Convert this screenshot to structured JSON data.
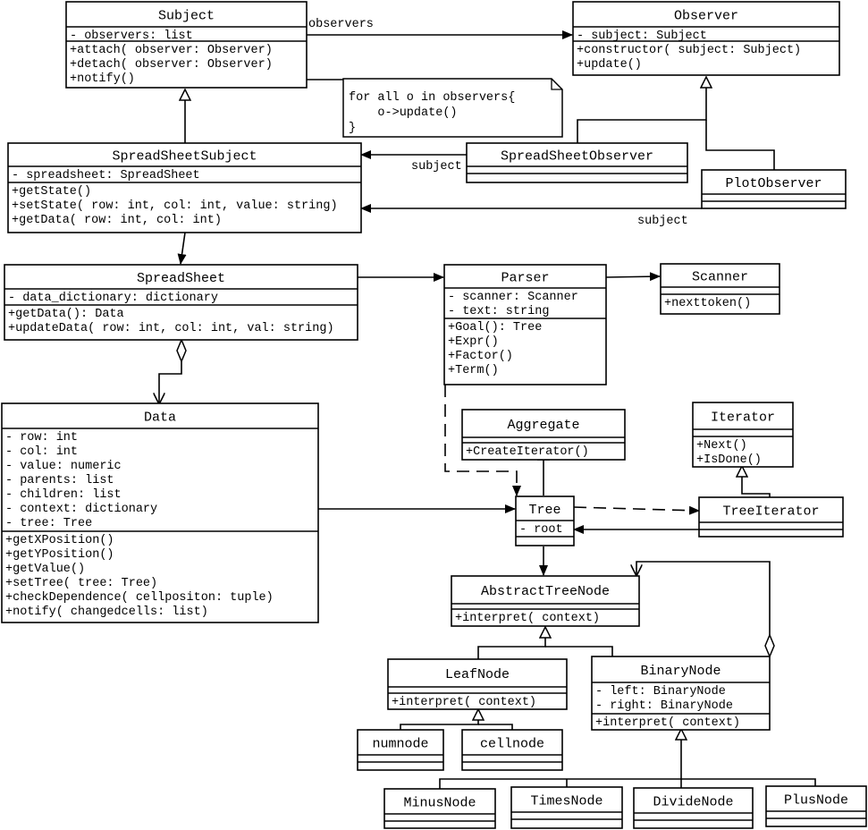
{
  "classes": [
    {
      "id": "Subject",
      "name": "Subject",
      "attributes": [
        "- observers:  list"
      ],
      "operations": [
        "+attach( observer: Observer)",
        "+detach( observer: Observer)",
        "+notify()"
      ]
    },
    {
      "id": "Observer",
      "name": "Observer",
      "attributes": [
        "- subject:  Subject"
      ],
      "operations": [
        "+constructor( subject: Subject)",
        "+update()"
      ]
    },
    {
      "id": "SpreadSheetSubject",
      "name": "SpreadSheetSubject",
      "attributes": [
        "- spreadsheet:  SpreadSheet"
      ],
      "operations": [
        "+getState()",
        "+setState( row: int, col: int, value: string)",
        "+getData( row: int, col: int)"
      ]
    },
    {
      "id": "SpreadSheetObserver",
      "name": "SpreadSheetObserver",
      "attributes": [],
      "operations": []
    },
    {
      "id": "PlotObserver",
      "name": "PlotObserver",
      "attributes": [],
      "operations": []
    },
    {
      "id": "SpreadSheet",
      "name": "SpreadSheet",
      "attributes": [
        "- data_dictionary:  dictionary"
      ],
      "operations": [
        "+getData():  Data",
        "+updateData( row: int, col: int, val: string)"
      ]
    },
    {
      "id": "Parser",
      "name": "Parser",
      "attributes": [
        "- scanner:  Scanner",
        "- text:  string"
      ],
      "operations": [
        "+Goal():  Tree",
        "+Expr()",
        "+Factor()",
        "+Term()"
      ]
    },
    {
      "id": "Scanner",
      "name": "Scanner",
      "attributes": [],
      "operations": [
        "+nexttoken()"
      ]
    },
    {
      "id": "Data",
      "name": "Data",
      "attributes": [
        "- row:  int",
        "- col:  int",
        "- value:  numeric",
        "- parents:  list",
        "- children:  list",
        "- context:  dictionary",
        "- tree:  Tree"
      ],
      "operations": [
        "+getXPosition()",
        "+getYPosition()",
        "+getValue()",
        "+setTree( tree: Tree)",
        "+checkDependence( cellpositon: tuple)",
        "+notify( changedcells: list)"
      ]
    },
    {
      "id": "Aggregate",
      "name": "Aggregate",
      "attributes": [],
      "operations": [
        "+CreateIterator()"
      ]
    },
    {
      "id": "Iterator",
      "name": "Iterator",
      "attributes": [],
      "operations": [
        "+Next()",
        "+IsDone()"
      ]
    },
    {
      "id": "Tree",
      "name": "Tree",
      "attributes": [
        "- root"
      ],
      "operations": []
    },
    {
      "id": "TreeIterator",
      "name": "TreeIterator",
      "attributes": [],
      "operations": []
    },
    {
      "id": "AbstractTreeNode",
      "name": "AbstractTreeNode",
      "attributes": [],
      "operations": [
        "+interpret( context)"
      ]
    },
    {
      "id": "LeafNode",
      "name": "LeafNode",
      "attributes": [],
      "operations": [
        "+interpret( context)"
      ]
    },
    {
      "id": "BinaryNode",
      "name": "BinaryNode",
      "attributes": [
        "- left:  BinaryNode",
        "- right:  BinaryNode"
      ],
      "operations": [
        "+interpret( context)"
      ]
    },
    {
      "id": "numnode",
      "name": "numnode",
      "attributes": [],
      "operations": []
    },
    {
      "id": "cellnode",
      "name": "cellnode",
      "attributes": [],
      "operations": []
    },
    {
      "id": "MinusNode",
      "name": "MinusNode",
      "attributes": [],
      "operations": []
    },
    {
      "id": "TimesNode",
      "name": "TimesNode",
      "attributes": [],
      "operations": []
    },
    {
      "id": "DivideNode",
      "name": "DivideNode",
      "attributes": [],
      "operations": []
    },
    {
      "id": "PlusNode",
      "name": "PlusNode",
      "attributes": [],
      "operations": []
    }
  ],
  "note": {
    "lines": [
      "for all o in observers{",
      "    o->update()",
      "}"
    ]
  },
  "edge_labels": [
    {
      "id": "observers",
      "text": "observers"
    },
    {
      "id": "subject1",
      "text": "subject"
    },
    {
      "id": "subject2",
      "text": "subject"
    }
  ],
  "relationships": [
    {
      "from": "SpreadSheetSubject",
      "to": "Subject",
      "kind": "generalization"
    },
    {
      "from": "SpreadSheetObserver",
      "to": "Observer",
      "kind": "generalization"
    },
    {
      "from": "PlotObserver",
      "to": "Observer",
      "kind": "generalization"
    },
    {
      "from": "Subject",
      "to": "Observer",
      "kind": "association",
      "label": "observers"
    },
    {
      "from": "SpreadSheetObserver",
      "to": "SpreadSheetSubject",
      "kind": "association",
      "label": "subject"
    },
    {
      "from": "PlotObserver",
      "to": "SpreadSheetSubject",
      "kind": "association",
      "label": "subject"
    },
    {
      "from": "SpreadSheetSubject",
      "to": "SpreadSheet",
      "kind": "association"
    },
    {
      "from": "SpreadSheet",
      "to": "Parser",
      "kind": "association"
    },
    {
      "from": "Parser",
      "to": "Scanner",
      "kind": "association"
    },
    {
      "from": "SpreadSheet",
      "to": "Data",
      "kind": "aggregation"
    },
    {
      "from": "Data",
      "to": "Tree",
      "kind": "association"
    },
    {
      "from": "Parser",
      "to": "Tree",
      "kind": "dependency"
    },
    {
      "from": "Tree",
      "to": "Aggregate",
      "kind": "generalization"
    },
    {
      "from": "TreeIterator",
      "to": "Iterator",
      "kind": "generalization"
    },
    {
      "from": "Tree",
      "to": "TreeIterator",
      "kind": "dependency"
    },
    {
      "from": "TreeIterator",
      "to": "Tree",
      "kind": "association"
    },
    {
      "from": "Tree",
      "to": "AbstractTreeNode",
      "kind": "association"
    },
    {
      "from": "LeafNode",
      "to": "AbstractTreeNode",
      "kind": "generalization"
    },
    {
      "from": "BinaryNode",
      "to": "AbstractTreeNode",
      "kind": "generalization"
    },
    {
      "from": "BinaryNode",
      "to": "AbstractTreeNode",
      "kind": "aggregation"
    },
    {
      "from": "numnode",
      "to": "LeafNode",
      "kind": "generalization"
    },
    {
      "from": "cellnode",
      "to": "LeafNode",
      "kind": "generalization"
    },
    {
      "from": "MinusNode",
      "to": "BinaryNode",
      "kind": "generalization"
    },
    {
      "from": "TimesNode",
      "to": "BinaryNode",
      "kind": "generalization"
    },
    {
      "from": "DivideNode",
      "to": "BinaryNode",
      "kind": "generalization"
    },
    {
      "from": "PlusNode",
      "to": "BinaryNode",
      "kind": "generalization"
    }
  ]
}
